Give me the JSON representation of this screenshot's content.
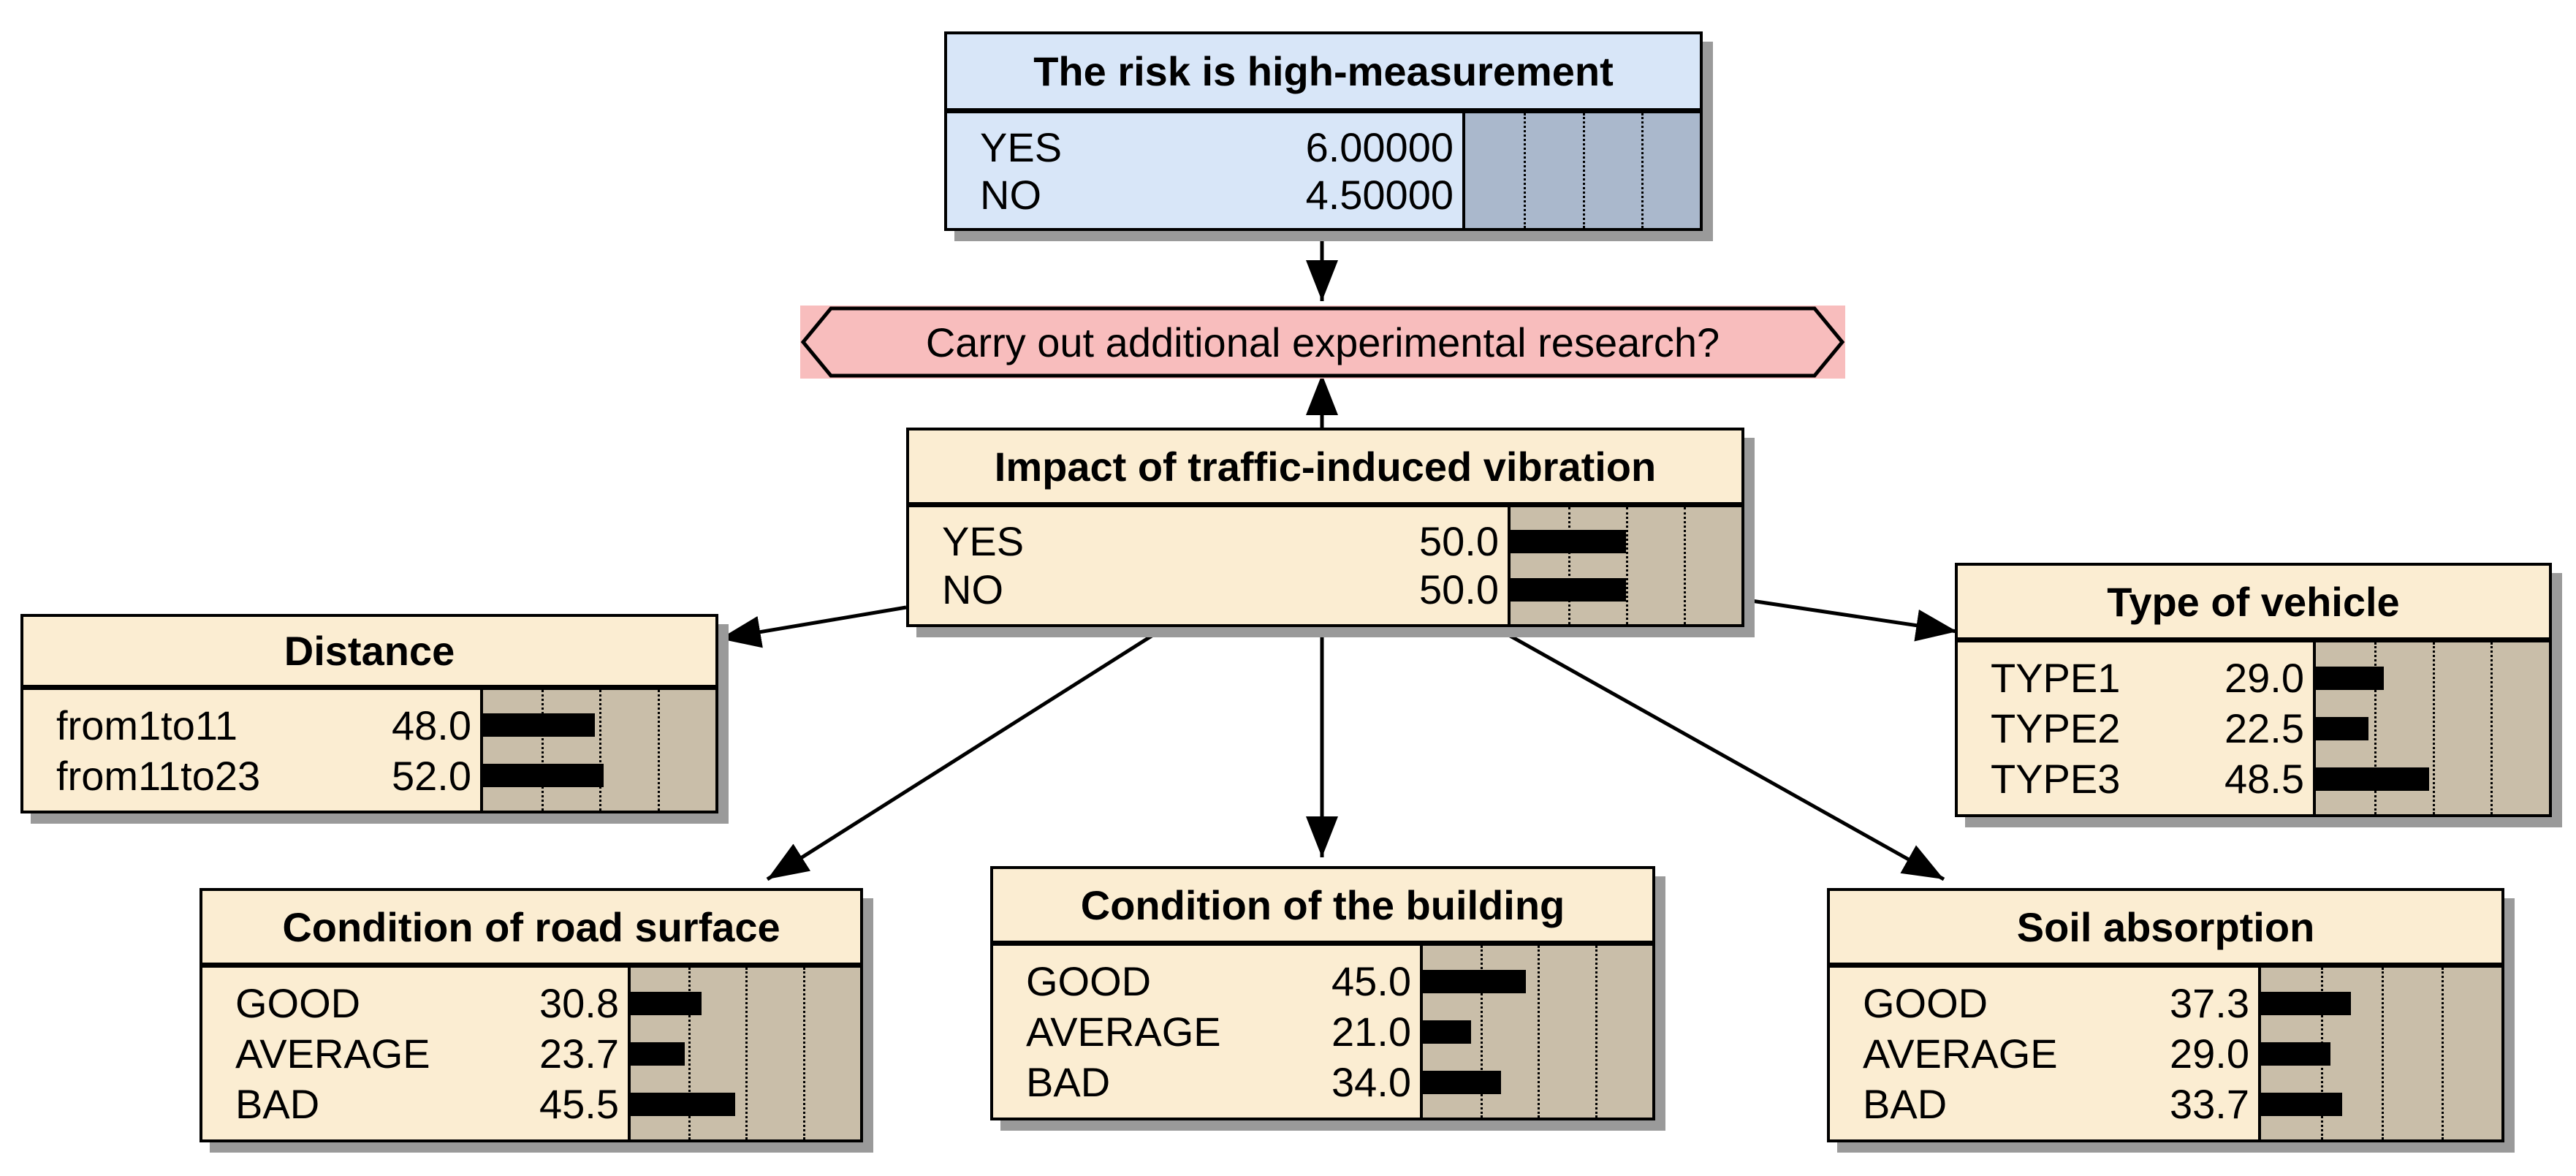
{
  "colors": {
    "utility_fill": "#d8e6f8",
    "utility_panel": "#aab8cc",
    "chance_fill": "#fbedd2",
    "chance_panel": "#c9bea9",
    "decision_fill": "#f8bdbd"
  },
  "decision": {
    "label": "Carry out additional experimental research?"
  },
  "nodes": {
    "risk": {
      "title": "The risk is high-measurement",
      "states": [
        {
          "label": "YES",
          "value": "6.00000"
        },
        {
          "label": "NO",
          "value": "4.50000"
        }
      ]
    },
    "impact": {
      "title": "Impact of traffic-induced vibration",
      "states": [
        {
          "label": "YES",
          "value": "50.0"
        },
        {
          "label": "NO",
          "value": "50.0"
        }
      ]
    },
    "distance": {
      "title": "Distance",
      "states": [
        {
          "label": "from1to11",
          "value": "48.0"
        },
        {
          "label": "from11to23",
          "value": "52.0"
        }
      ]
    },
    "vehicle": {
      "title": "Type of vehicle",
      "states": [
        {
          "label": "TYPE1",
          "value": "29.0"
        },
        {
          "label": "TYPE2",
          "value": "22.5"
        },
        {
          "label": "TYPE3",
          "value": "48.5"
        }
      ]
    },
    "road": {
      "title": "Condition of road surface",
      "states": [
        {
          "label": "GOOD",
          "value": "30.8"
        },
        {
          "label": "AVERAGE",
          "value": "23.7"
        },
        {
          "label": "BAD",
          "value": "45.5"
        }
      ]
    },
    "building": {
      "title": "Condition of the building",
      "states": [
        {
          "label": "GOOD",
          "value": "45.0"
        },
        {
          "label": "AVERAGE",
          "value": "21.0"
        },
        {
          "label": "BAD",
          "value": "34.0"
        }
      ]
    },
    "soil": {
      "title": "Soil absorption",
      "states": [
        {
          "label": "GOOD",
          "value": "37.3"
        },
        {
          "label": "AVERAGE",
          "value": "29.0"
        },
        {
          "label": "BAD",
          "value": "33.7"
        }
      ]
    }
  }
}
